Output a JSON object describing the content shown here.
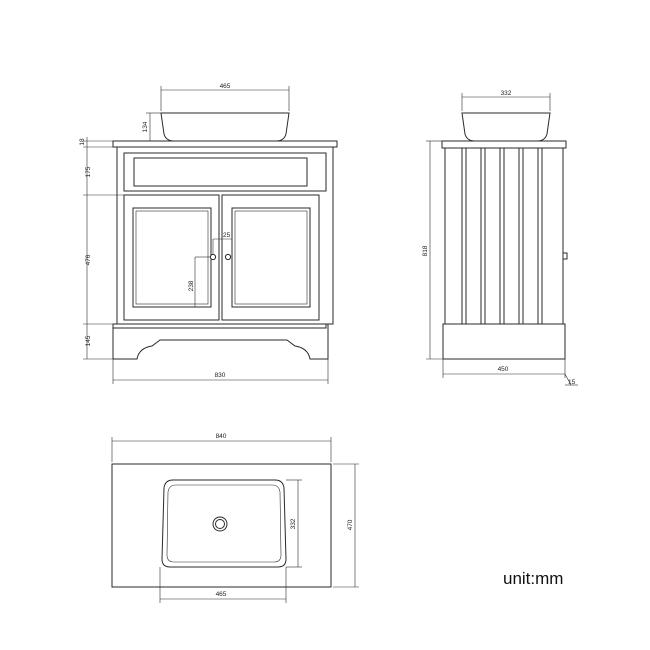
{
  "front_view": {
    "basin_width": "465",
    "basin_height": "134",
    "top_thickness": "18",
    "drawer_height": "175",
    "door_height": "476",
    "plinth_height": "145",
    "handle_offset_x": "25",
    "handle_offset_y": "238",
    "overall_width": "830"
  },
  "side_view": {
    "basin_depth": "332",
    "overall_height": "818",
    "overall_depth": "450",
    "handle_projection": "15"
  },
  "top_view": {
    "overall_width": "840",
    "overall_depth": "470",
    "basin_width": "465",
    "basin_depth": "332"
  },
  "unit_label": "unit:mm"
}
